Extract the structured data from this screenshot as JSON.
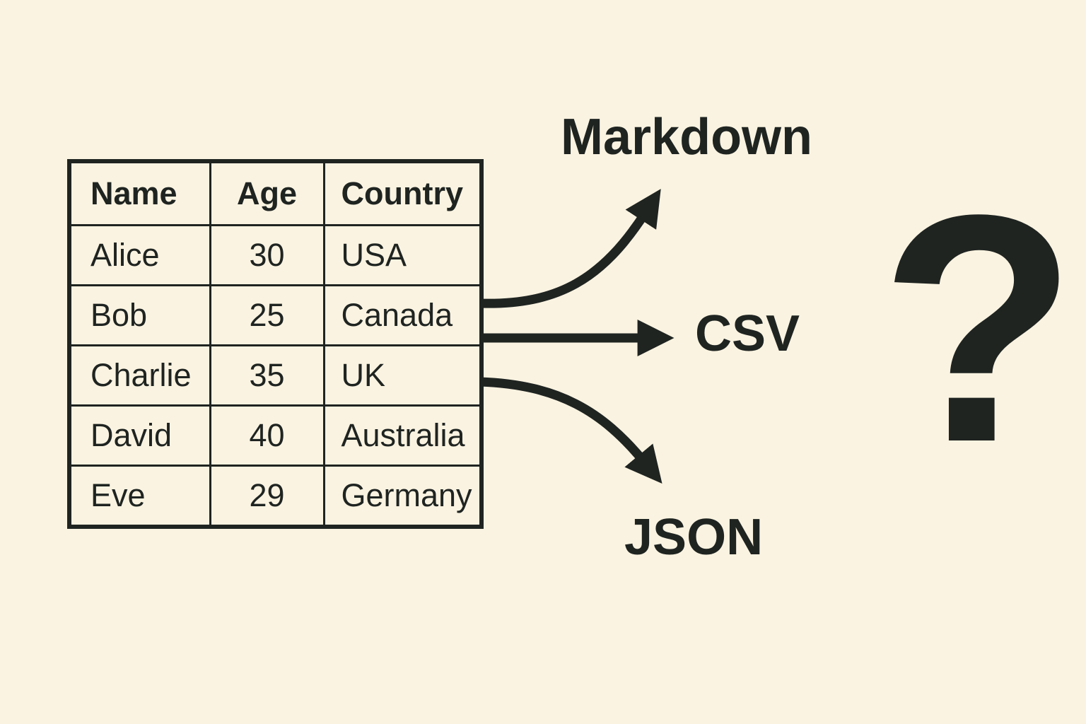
{
  "colors": {
    "background": "#FAF3E1",
    "ink": "#1F2421"
  },
  "table": {
    "headers": [
      "Name",
      "Age",
      "Country"
    ],
    "rows": [
      [
        "Alice",
        "30",
        "USA"
      ],
      [
        "Bob",
        "25",
        "Canada"
      ],
      [
        "Charlie",
        "35",
        "UK"
      ],
      [
        "David",
        "40",
        "Australia"
      ],
      [
        "Eve",
        "29",
        "Germany"
      ]
    ]
  },
  "outputs": {
    "markdown": "Markdown",
    "csv": "CSV",
    "json": "JSON"
  },
  "question_mark": "?"
}
